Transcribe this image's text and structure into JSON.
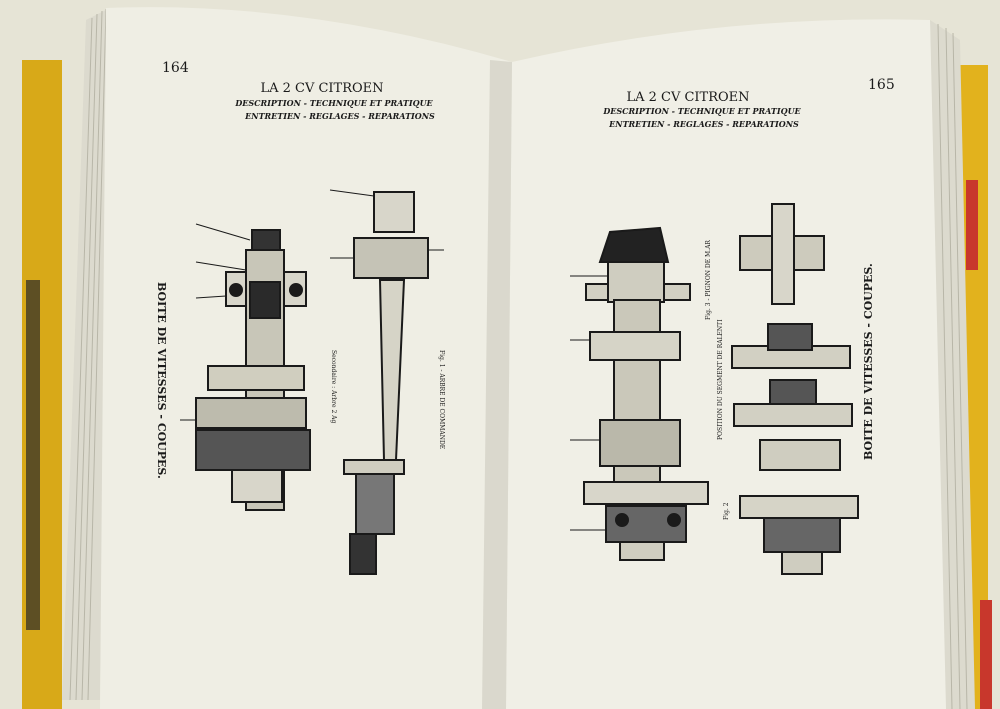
{
  "left_page": {
    "page_number": "164",
    "title": "LA 2 CV CITROEN",
    "subtitle_line1": "DESCRIPTION - TECHNIQUE ET PRATIQUE",
    "subtitle_line2": "ENTRETIEN - REGLAGES - REPARATIONS",
    "side_caption": "BOITE DE VITESSES - COUPES.",
    "fig_caption_1": "Fig. 1 - ARBRE DE COMMANDE",
    "fig_caption_2": "Secondaire : Arbre 2 Ag"
  },
  "right_page": {
    "page_number": "165",
    "title": "LA 2 CV CITROEN",
    "subtitle_line1": "DESCRIPTION - TECHNIQUE ET PRATIQUE",
    "subtitle_line2": "ENTRETIEN - REGLAGES - REPARATIONS",
    "side_caption": "BOITE DE VITESSES - COUPES.",
    "fig_caption_1": "Fig. 3 - PIGNON DE M.AR",
    "fig_caption_2": "POSITION DU SEGMENT DE RALENTI",
    "fig_caption_3": "Fig. 2"
  },
  "colors": {
    "page": "#efeee4",
    "ink": "#1a1a1a",
    "cover_yellow": "#e6b51c",
    "cover_red": "#c8372c",
    "background": "#e8e6d8"
  }
}
